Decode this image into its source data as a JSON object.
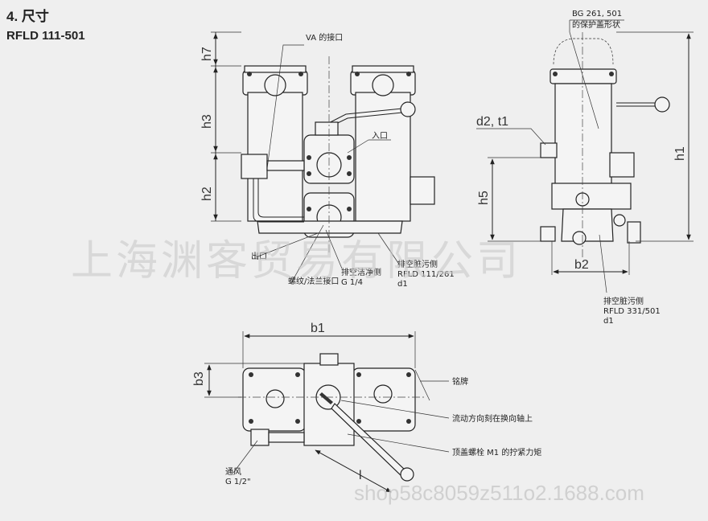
{
  "heading": "4. 尺寸",
  "model": "RFLD 111-501",
  "watermark": "上海渊客贸易有限公司",
  "watermark_url": "shop58c8059z511o2.1688.com",
  "front_view": {
    "dims": {
      "h7": "h7",
      "h3": "h3",
      "h2": "h2"
    },
    "labels": {
      "va_port": "VA 的接口",
      "inlet": "入口",
      "outlet": "出口",
      "thread_flange": "螺纹/法兰接口",
      "vent_clean_line1": "排空洁净侧",
      "vent_clean_line2": "G 1/4",
      "vent_dirty_line1": "排空脏污侧",
      "vent_dirty_line2": "RFLD 111/261",
      "vent_dirty_line3": "d1"
    }
  },
  "side_view": {
    "dims": {
      "d2t1": "d2, t1",
      "h5": "h5",
      "h1": "h1",
      "b2": "b2"
    },
    "labels": {
      "bg_line1": "BG 261, 501",
      "bg_line2": "的保护盖形状",
      "vent_dirty_line1": "排空脏污侧",
      "vent_dirty_line2": "RFLD 331/501",
      "vent_dirty_line3": "d1"
    }
  },
  "top_view": {
    "dims": {
      "b1": "b1",
      "b3": "b3",
      "l": "l"
    },
    "labels": {
      "nameplate": "铭牌",
      "flow_direction": "流动方向刻在换向轴上",
      "cover_screw": "顶盖螺栓 M1 的拧紧力矩",
      "vent_line1": "通风",
      "vent_line2": "G 1/2\""
    }
  }
}
